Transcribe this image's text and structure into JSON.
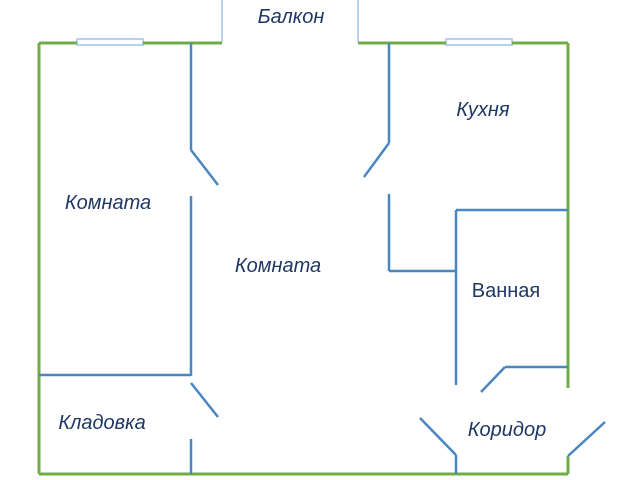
{
  "rooms": {
    "balcony": "Балкон",
    "kitchen": "Кухня",
    "room_left": "Комната",
    "room_center": "Комната",
    "bathroom": "Ванная",
    "storage": "Кладовка",
    "corridor": "Коридор"
  },
  "colors": {
    "outer_wall": "#70ad47",
    "inner_wall": "#4a86c0",
    "window": "#9dc3e6",
    "label": "#203864"
  }
}
